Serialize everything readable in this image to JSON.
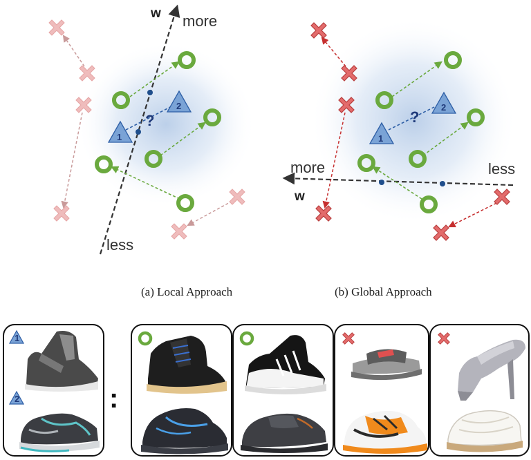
{
  "panel_a": {
    "caption": "(a) Local Approach",
    "w_label": "w",
    "more_label": "more",
    "less_label": "less",
    "question_mark": "?",
    "triangle_1": "1",
    "triangle_2": "2"
  },
  "panel_b": {
    "caption": "(b) Global Approach",
    "w_label": "w",
    "more_label": "more",
    "less_label": "less",
    "question_mark": "?",
    "triangle_1": "1",
    "triangle_2": "2"
  },
  "bottom": {
    "query_1": "1",
    "query_2": "2",
    "separator": ":"
  },
  "colors": {
    "triangle": "#6f9bd1",
    "circle": "#6aa93e",
    "cross_faded": "#efb8b8",
    "cross": "#d95a5a",
    "arrow_green": "#6aa93e",
    "arrow_red": "#c62f2f",
    "arrow_faded": "#c99a9a",
    "axis": "#333333",
    "dot": "#1f4e8c"
  }
}
